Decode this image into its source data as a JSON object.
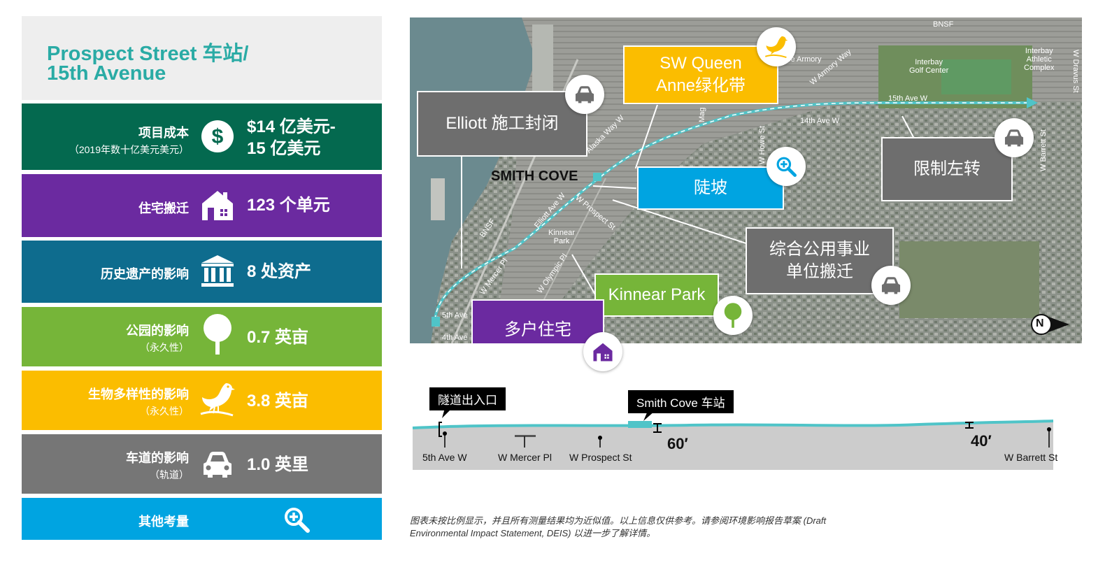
{
  "title": {
    "line1": "Prospect Street 车站/",
    "line2": "15th Avenue"
  },
  "metrics": [
    {
      "label": "项目成本",
      "sub": "（2019年数十亿美元美元）",
      "value1": "$14 亿美元-",
      "value2": "15 亿美元",
      "icon": "dollar-icon",
      "color": "#04694f"
    },
    {
      "label": "住宅搬迁",
      "sub": "",
      "value1": "123 个单元",
      "value2": "",
      "icon": "house-icon",
      "color": "#6b2aa0"
    },
    {
      "label": "历史遗产的影响",
      "sub": "",
      "value1": "8 处资产",
      "value2": "",
      "icon": "columns-icon",
      "color": "#0e6c8e"
    },
    {
      "label": "公园的影响",
      "sub": "（永久性）",
      "value1": "0.7 英亩",
      "value2": "",
      "icon": "tree-icon",
      "color": "#76b539"
    },
    {
      "label": "生物多样性的影响",
      "sub": "（永久性）",
      "value1": "3.8 英亩",
      "value2": "",
      "icon": "bird-icon",
      "color": "#fbbd00"
    },
    {
      "label": "车道的影响",
      "sub": "（轨道）",
      "value1": "1.0 英里",
      "value2": "",
      "icon": "car-icon",
      "color": "#767676"
    },
    {
      "label": "其他考量",
      "sub": "",
      "value1": "",
      "value2": "",
      "icon": "magnifier-plus-icon",
      "color": "#00a4e1"
    }
  ],
  "map": {
    "labels": {
      "bnsf_top": "BNSF",
      "armory": "le Armory",
      "armory_way": "W Armory Way",
      "golf": "Interbay\nGolf Center",
      "athletic": "Interbay\nAthletic\nComplex",
      "dravus": "W Dravus St",
      "fifteenth": "15th Ave W",
      "fourteenth": "14th Ave W",
      "howe": "W Howe St",
      "barrett": "W Barrett St",
      "alaska": "Alaska Way W",
      "smith_cove": "SMITH COVE",
      "elliott_ave": "Elliott Ave W",
      "prospect": "W Prospect St",
      "kinnear": "Kinnear\nPark",
      "bnsf_bottom": "BNSF",
      "mercer": "W Mercer Pl",
      "olympic": "W Olympic Pl",
      "fifth": "5th Ave",
      "fourth": "4th Ave",
      "mag": "Mag",
      "north": "N"
    },
    "callouts": {
      "elliott": "Elliott 施工封闭",
      "sw_queen": "SW Queen\nAnne绿化带",
      "slope": "陡坡",
      "left_turn": "限制左转",
      "utility": "综合公用事业\n单位搬迁",
      "kinnear": "Kinnear Park",
      "housing": "多户住宅"
    },
    "colors": {
      "gray": "#6e6e6e",
      "yellow": "#fbbd00",
      "blue": "#00a4e1",
      "green": "#76b539",
      "purple": "#6b2aa0",
      "track": "#4fc4c8"
    }
  },
  "profile": {
    "portal_tag": "隧道出入口",
    "station_tag": "Smith Cove 车站",
    "stations": [
      "5th Ave W",
      "W Mercer Pl",
      "W Prospect St",
      "W Barrett St"
    ],
    "height_60": "60′",
    "height_40": "40′"
  },
  "footnote": "图表未按比例显示，并且所有测量结果均为近似值。以上信息仅供参考。请参阅环境影响报告草案 (Draft Environmental Impact Statement, DEIS) 以进一步了解详情。"
}
